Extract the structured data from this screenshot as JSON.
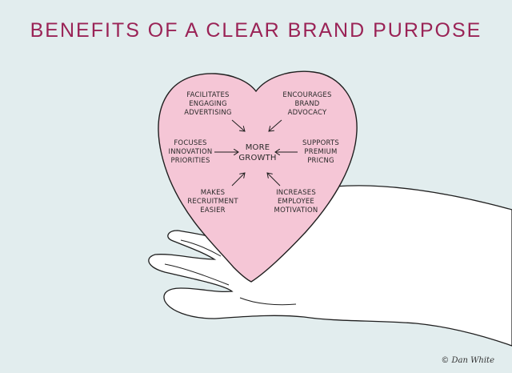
{
  "title": "BENEFITS OF A CLEAR BRAND PURPOSE",
  "center": [
    "MORE",
    "GROWTH"
  ],
  "benefits": [
    {
      "lines": [
        "FACILITATES",
        "ENGAGING",
        "ADVERTISING"
      ]
    },
    {
      "lines": [
        "ENCOURAGES",
        "BRAND",
        "ADVOCACY"
      ]
    },
    {
      "lines": [
        "FOCUSES",
        "INNOVATION",
        "PRIORITIES"
      ]
    },
    {
      "lines": [
        "SUPPORTS",
        "PREMIUM",
        "PRICNG"
      ]
    },
    {
      "lines": [
        "MAKES",
        "RECRUITMENT",
        "EASIER"
      ]
    },
    {
      "lines": [
        "INCREASES",
        "EMPLOYEE",
        "MOTIVATION"
      ]
    }
  ],
  "credit": "© Dan White",
  "colors": {
    "title": "#9a2356",
    "heart": "#f5c6d6",
    "background": "#e2edee",
    "hand": "#ffffff"
  }
}
